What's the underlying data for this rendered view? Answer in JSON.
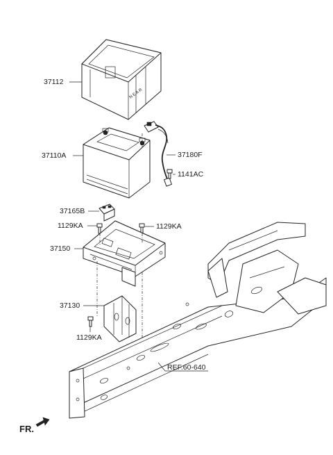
{
  "labels": {
    "p37112": "37112",
    "p37110a": "37110A",
    "p37180f": "37180F",
    "p1141ac": "1141AC",
    "p37165b": "37165B",
    "p1129ka_left": "1129KA",
    "p1129ka_right": "1129KA",
    "p37150": "37150",
    "p37130": "37130",
    "p1129ka_bottom": "1129KA",
    "ref": "REF.60-640",
    "fr": "FR."
  }
}
